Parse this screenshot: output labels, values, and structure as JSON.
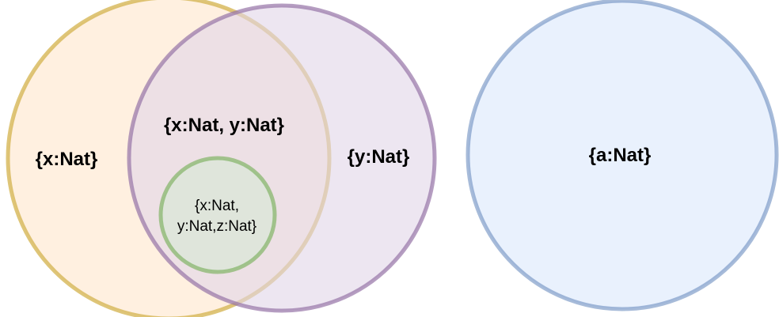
{
  "diagram": {
    "sets": {
      "x_set": {
        "label": "{x:Nat}",
        "fill": "#ffe6cc",
        "stroke": "#d6b656"
      },
      "y_set": {
        "label": "{y:Nat}",
        "fill": "#e1d5e7",
        "stroke": "#9673a6"
      },
      "xy_intersection": {
        "label": "{x:Nat, y:Nat}"
      },
      "xyz_set": {
        "label_line1": "{x:Nat,",
        "label_line2": "y:Nat,z:Nat}",
        "fill": "#d5e8d4",
        "stroke": "#82b366"
      },
      "a_set": {
        "label": "{a:Nat}",
        "fill": "#dae8fc",
        "stroke": "#6c8ebf"
      }
    }
  }
}
